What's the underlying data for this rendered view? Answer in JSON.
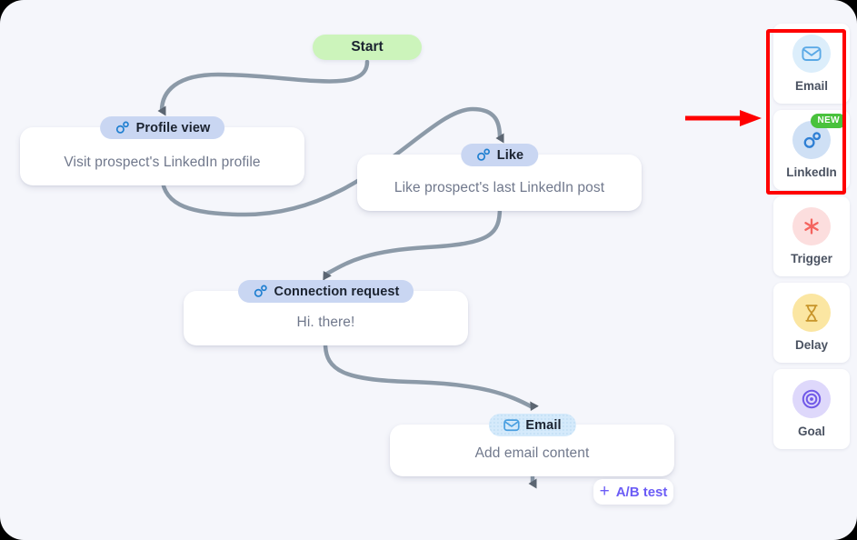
{
  "canvas": {
    "background_color": "#f5f6fb",
    "edge_color": "#8c9aa8"
  },
  "flow": {
    "start": {
      "label": "Start",
      "color": "#ccf4bb"
    },
    "nodes": [
      {
        "id": "profile-view",
        "type": "linkedin",
        "icon": "people-icon",
        "header": "Profile view",
        "description": "Visit prospect's LinkedIn profile",
        "header_color": "#c9d6f2"
      },
      {
        "id": "like",
        "type": "linkedin",
        "icon": "people-icon",
        "header": "Like",
        "description": "Like prospect's last LinkedIn post",
        "header_color": "#c9d6f2"
      },
      {
        "id": "connection-request",
        "type": "linkedin",
        "icon": "people-icon",
        "header": "Connection request",
        "description": "Hi. there!",
        "header_color": "#c9d6f2"
      },
      {
        "id": "email",
        "type": "email",
        "icon": "envelope-icon",
        "header": "Email",
        "description": "Add email content",
        "header_color": "#d5eafb"
      }
    ],
    "ab_test_button": {
      "label": "A/B test",
      "plus": "+",
      "color": "#6b5cf6"
    }
  },
  "sidebar": {
    "items": [
      {
        "label": "Email",
        "icon": "envelope-icon",
        "icon_bg": "#dceefb",
        "icon_color": "#5aa9e6",
        "badge": null,
        "highlighted": true
      },
      {
        "label": "LinkedIn",
        "icon": "people-icon",
        "icon_bg": "#cfe0f5",
        "icon_color": "#2f7fd4",
        "badge": "NEW",
        "badge_color": "#49c23c",
        "highlighted": true
      },
      {
        "label": "Trigger",
        "icon": "asterisk-icon",
        "icon_bg": "#fcdede",
        "icon_color": "#f4645f",
        "badge": null,
        "highlighted": false
      },
      {
        "label": "Delay",
        "icon": "hourglass-icon",
        "icon_bg": "#fbe6a2",
        "icon_color": "#d9a531",
        "badge": null,
        "highlighted": false
      },
      {
        "label": "Goal",
        "icon": "target-icon",
        "icon_bg": "#ded8fb",
        "icon_color": "#7159e8",
        "badge": null,
        "highlighted": false
      }
    ]
  },
  "annotations": {
    "highlight_box_color": "#ff0000",
    "arrow_color": "#ff0000"
  }
}
